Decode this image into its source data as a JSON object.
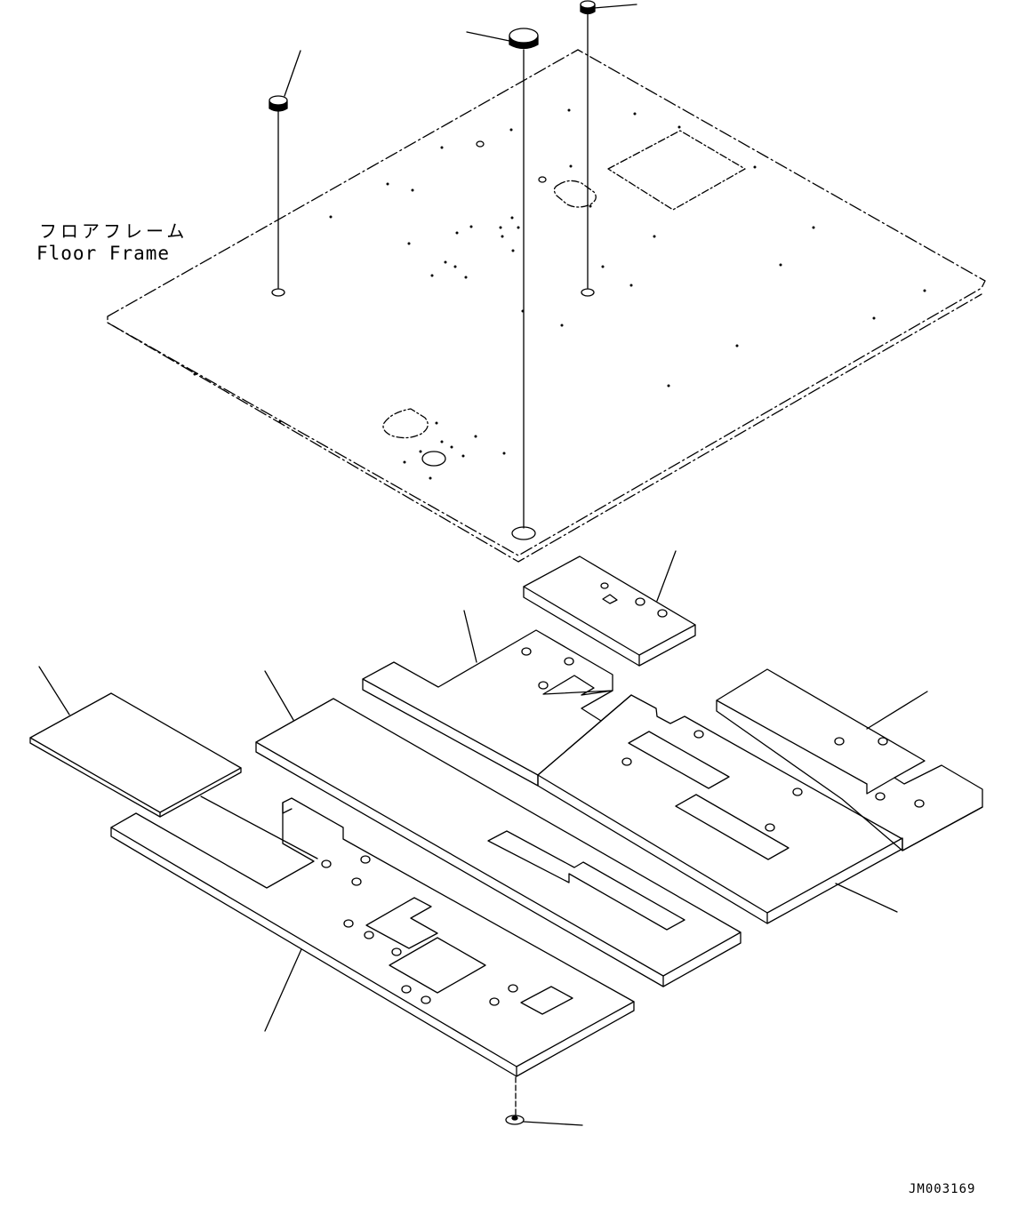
{
  "labels": {
    "part_name_jp": "フロアフレーム",
    "part_name_en": "Floor Frame"
  },
  "drawing_code": "JM003169"
}
